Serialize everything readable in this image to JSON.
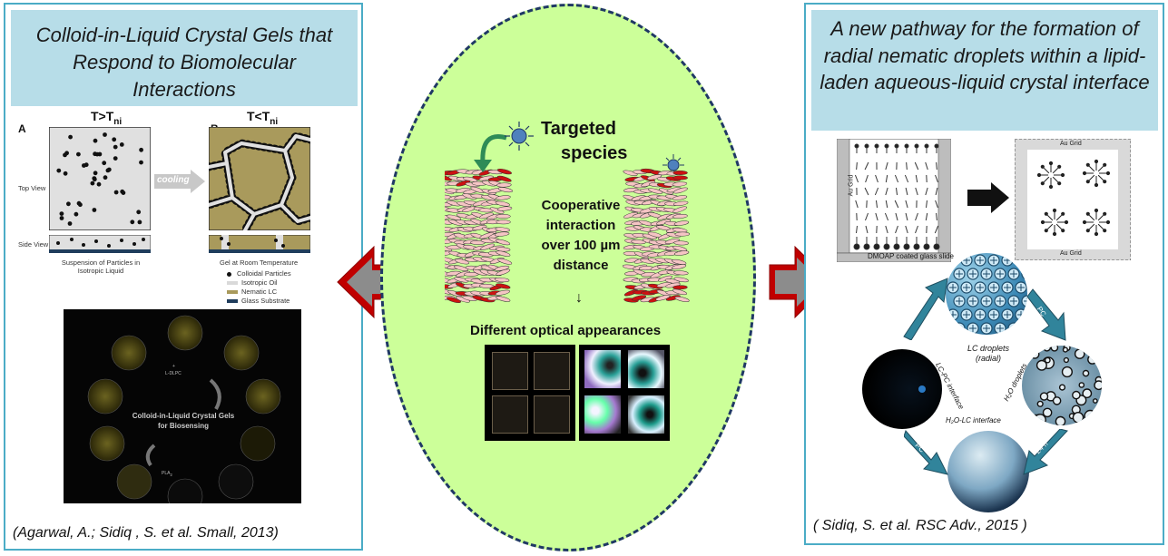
{
  "left_panel": {
    "title": "Colloid-in-Liquid Crystal Gels that Respond to Biomolecular Interactions",
    "panel_a_letter": "A",
    "panel_a_temp": "T>T",
    "panel_a_temp_sub": "ni",
    "panel_b_letter": "B",
    "panel_b_temp": "T<T",
    "panel_b_temp_sub": "ni",
    "top_view": "Top View",
    "side_view": "Side View",
    "cooling": "cooling",
    "suspension_caption_1": "Suspension of Particles in",
    "suspension_caption_2": "Isotropic Liquid",
    "gel_caption": "Gel at Room Temperature",
    "legend": [
      "Colloidal Particles",
      "Isotropic Oil",
      "Nematic LC",
      "Glass Substrate"
    ],
    "photo_center_text_1": "Colloid-in-Liquid Crystal Gels",
    "photo_center_text_2": "for Biosensing",
    "photo_label_1": "+",
    "photo_label_2": "L-DLPC",
    "photo_label_3": "PLA",
    "photo_label_3_sub": "2",
    "citation": "(Agarwal, A.; Sidiq , S. et al. Small, 2013)"
  },
  "center": {
    "targeted_1": "Targeted",
    "targeted_2": "species",
    "coop_1": "Cooperative",
    "coop_2": "interaction",
    "coop_3": "over 100 µm",
    "coop_4": "distance",
    "down_arrow": "↓",
    "optical": "Different optical appearances"
  },
  "right_panel": {
    "title": "A new pathway for the formation of radial nematic droplets within a lipid-laden aqueous-liquid crystal interface",
    "au_grid": "Au Grid",
    "dmoap": "DMOAP coated glass slide",
    "lc_droplets_1": "LC droplets",
    "lc_droplets_2": "(radial)",
    "h2o_droplets": "H₂O droplets",
    "lcpc_interface": "LC-PC interface",
    "h2olc_interface": "H₂O-LC interface",
    "arrow_24h": "24 h",
    "arrow_pc": "PC",
    "citation": "( Sidiq, S.  et al.  RSC Adv., 2015 )"
  },
  "colors": {
    "panel_border": "#4bacc6",
    "title_fill": "#b7dde8",
    "circle_fill": "#ccff99",
    "circle_border": "#1f3864",
    "arrow_red": "#c00000",
    "arrow_gray": "#8c8c8c",
    "nematic": "#a99a5c",
    "isotropic": "#d9d9d9"
  }
}
